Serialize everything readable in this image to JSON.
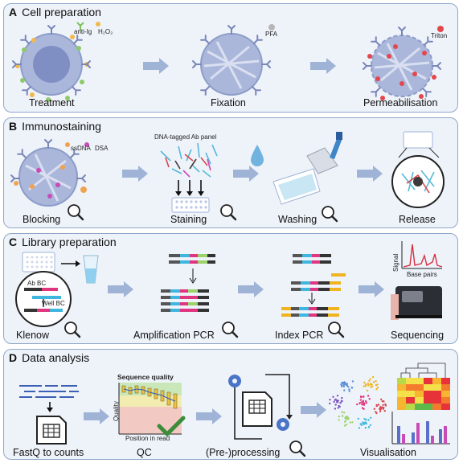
{
  "colors": {
    "panel_border": "#8ea7c9",
    "panel_bg": "#eef3fa",
    "arrow": "#9fb3d6",
    "cell": "#aab7db",
    "nucleus": "#7f8fc4",
    "check": "#3c8c3c"
  },
  "panels": {
    "a": {
      "letter": "A",
      "title": "Cell preparation",
      "steps": [
        "Treatment",
        "Fixation",
        "Permeabilisation"
      ],
      "labels": {
        "anti_ig": "anti-Ig",
        "h2o2": "H₂O₂",
        "pfa": "PFA",
        "triton": "Triton"
      }
    },
    "b": {
      "letter": "B",
      "title": "Immunostaining",
      "steps": [
        "Blocking",
        "Staining",
        "Washing",
        "Release"
      ],
      "labels": {
        "ssdna": "ssDNA",
        "dsa": "DSA",
        "panel": "DNA-tagged Ab panel"
      }
    },
    "c": {
      "letter": "C",
      "title": "Library preparation",
      "steps": [
        "Klenow",
        "Amplification PCR",
        "Index PCR",
        "Sequencing"
      ],
      "labels": {
        "ab_bc": "Ab BC",
        "well_bc": "Well BC",
        "signal": "Signal",
        "base_pairs": "Base pairs"
      }
    },
    "d": {
      "letter": "D",
      "title": "Data analysis",
      "steps": [
        "FastQ to counts",
        "QC",
        "(Pre-)processing",
        "Visualisation"
      ],
      "labels": {
        "seq_quality": "Sequence quality",
        "quality": "Quality",
        "position": "Position in read"
      }
    }
  },
  "icons": [
    "magnifier-icon",
    "check-icon",
    "gear-icon",
    "spreadsheet-icon",
    "droplet-icon",
    "pipette-icon",
    "tube-icon",
    "sequencer-icon"
  ]
}
